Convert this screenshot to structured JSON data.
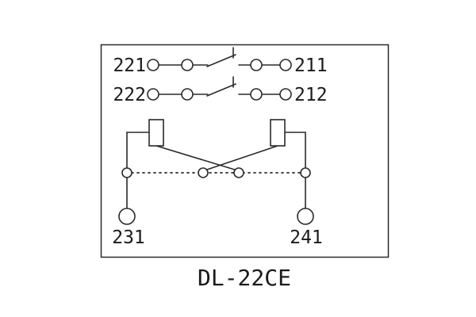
{
  "figure": {
    "caption": "DL-22CE",
    "background": "#ffffff",
    "line_color": "#2a2a2a",
    "text_color": "#1a1a1a",
    "terminals": {
      "row1_left": "221",
      "row1_right": "211",
      "row2_left": "222",
      "row2_right": "212",
      "bottom_left": "231",
      "bottom_right": "241"
    }
  }
}
